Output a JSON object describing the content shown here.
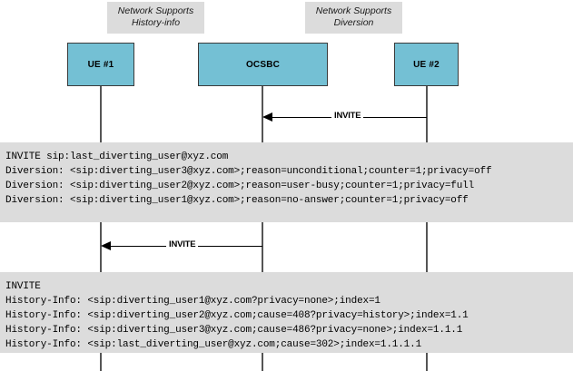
{
  "notes": [
    {
      "id": "history-info",
      "text": "Network Supports\nHistory-info"
    },
    {
      "id": "diversion",
      "text": "Network Supports\nDiversion"
    }
  ],
  "entities": [
    {
      "id": "ue1",
      "label": "UE #1"
    },
    {
      "id": "ocsbc",
      "label": "OCSBC"
    },
    {
      "id": "ue2",
      "label": "UE #2"
    }
  ],
  "messages": [
    {
      "id": "invite-1",
      "label": "INVITE",
      "from": "UE #2",
      "to": "OCSBC",
      "direction": "right-to-left"
    },
    {
      "id": "invite-2",
      "label": "INVITE",
      "from": "OCSBC",
      "to": "UE #1",
      "direction": "right-to-left"
    }
  ],
  "sip_blocks": [
    {
      "id": "diversion",
      "lines": [
        "INVITE sip:last_diverting_user@xyz.com",
        "Diversion: <sip:diverting_user3@xyz.com>;reason=unconditional;counter=1;privacy=off",
        "Diversion: <sip:diverting_user2@xyz.com>;reason=user-busy;counter=1;privacy=full",
        "Diversion: <sip:diverting_user1@xyz.com>;reason=no-answer;counter=1;privacy=off"
      ]
    },
    {
      "id": "historyinfo",
      "lines": [
        "INVITE",
        "History-Info: <sip:diverting_user1@xyz.com?privacy=none>;index=1",
        "History-Info: <sip:diverting_user2@xyz.com;cause=408?privacy=history>;index=1.1",
        "History-Info: <sip:diverting_user3@xyz.com;cause=486?privacy=none>;index=1.1.1",
        "History-Info: <sip:last_diverting_user@xyz.com;cause=302>;index=1.1.1.1"
      ]
    }
  ],
  "colors": {
    "entity_fill": "#74c0d4",
    "note_fill": "#dcdcdc",
    "block_fill": "#dcdcdc",
    "line": "#555555",
    "arrow": "#000000"
  }
}
